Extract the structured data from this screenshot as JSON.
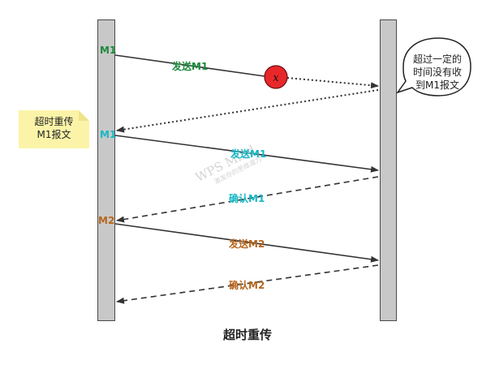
{
  "title": "超时重传",
  "left_labels": {
    "m1_first": "M1",
    "m1_second": "M1",
    "m2": "M2"
  },
  "messages": {
    "send_m1_lost": "发送M1",
    "send_m1": "发送M1",
    "ack_m1": "确认M1",
    "send_m2": "发送M2",
    "ack_m2": "确认M2"
  },
  "loss_marker": "x",
  "note_left": {
    "line1": "超时重传",
    "line2": "M1报文"
  },
  "bubble_right": {
    "line1": "超过一定的",
    "line2": "时间没有收",
    "line3": "到M1报文"
  },
  "watermark": {
    "line1": "WPS Mind",
    "line2": "激发你的思维潜力"
  },
  "colors": {
    "green": "#1c8a3c",
    "cyan": "#15b8c6",
    "orange": "#b7651c",
    "loss_red": "#e8272a"
  }
}
